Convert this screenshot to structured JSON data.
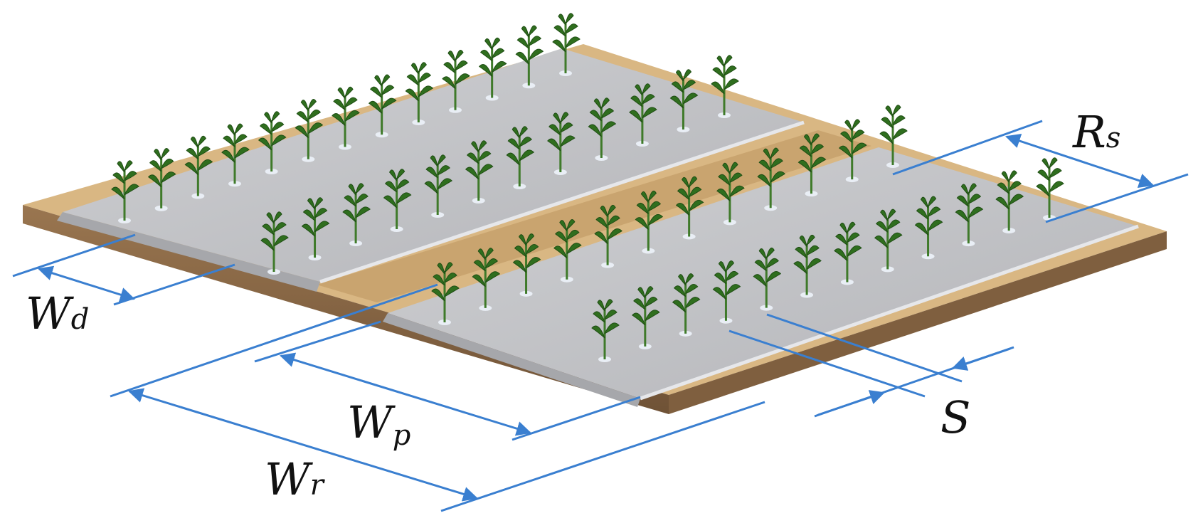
{
  "labels": {
    "wd": {
      "main": "W",
      "sub": "d"
    },
    "wp": {
      "main": "W",
      "sub": "p"
    },
    "wr": {
      "main": "W",
      "sub": "r"
    },
    "rs": {
      "main": "R",
      "sub": "s"
    },
    "s": {
      "main": "S"
    }
  },
  "colors": {
    "dimension": "#3a7fd0",
    "film": "#bfc0c3",
    "soil_top": "#d9b783",
    "soil_side": "#8e6b47",
    "plant": "#2e6b1f"
  }
}
